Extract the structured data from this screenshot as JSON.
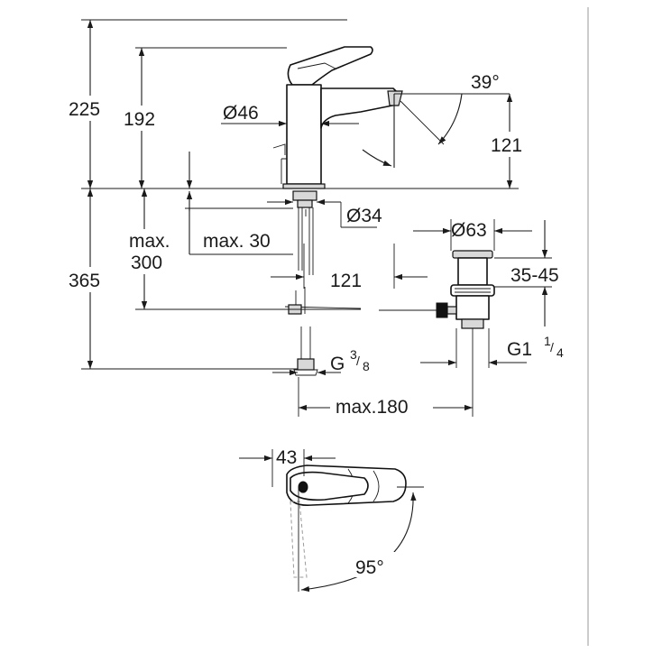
{
  "dimensions": {
    "total_height": "225",
    "spout_height": "192",
    "body_diameter_prefix": "Ø",
    "body_diameter": "46",
    "spout_angle": "39°",
    "spout_reach_vertical": "121",
    "base_diameter_prefix": "Ø",
    "base_diameter": "34",
    "hose_length": "max.",
    "hose_length_2": "300",
    "deck_thickness": "max. 30",
    "below_deck": "365",
    "waste_distance": "121",
    "waste_diameter_prefix": "Ø",
    "waste_diameter": "63",
    "basin_thickness": "35-45",
    "waste_thread": "G1",
    "waste_thread_num": "1",
    "waste_thread_den": "4",
    "supply_thread": "G",
    "supply_thread_num": "3",
    "supply_thread_den": "8",
    "waste_offset": "max.180",
    "handle_offset": "43",
    "handle_rotation": "95°"
  },
  "icons": {
    "arrowhead": "arrowhead-icon"
  },
  "colors": {
    "line": "#1a1a1a",
    "background": "#ffffff"
  }
}
